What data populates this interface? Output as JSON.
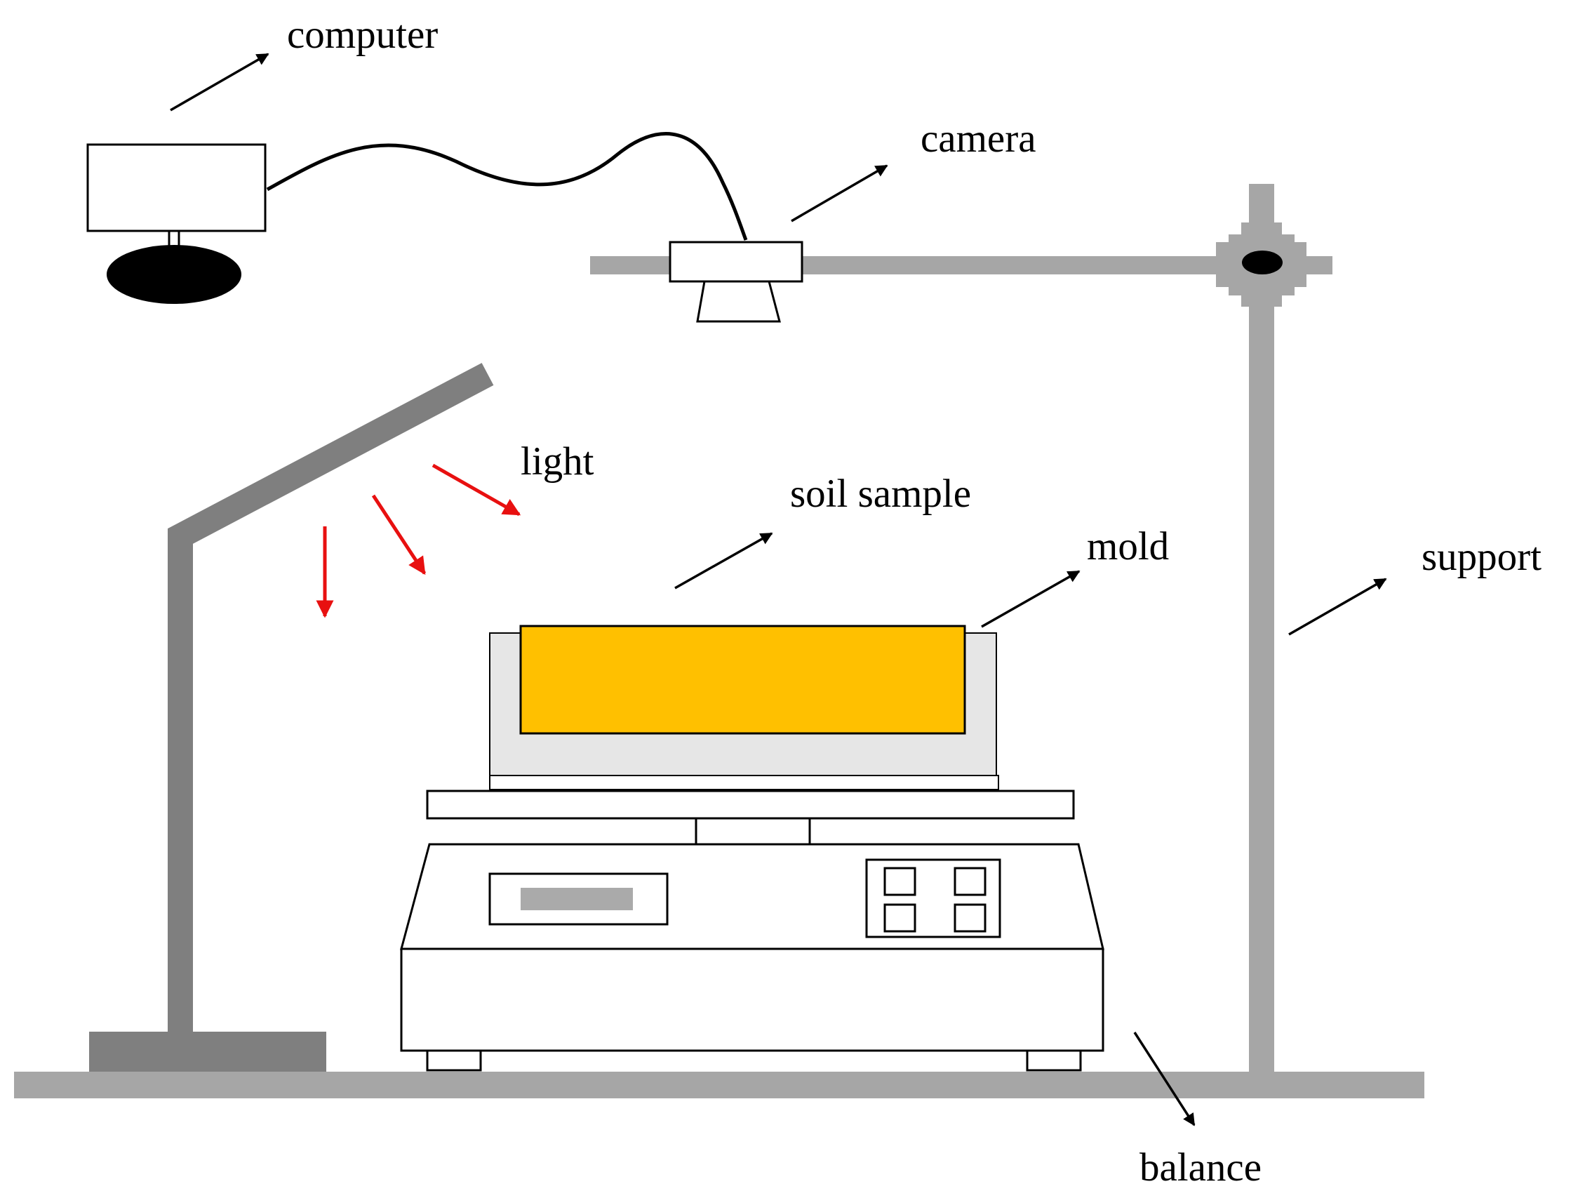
{
  "labels": {
    "computer": "computer",
    "camera": "camera",
    "light": "light",
    "soil_sample": "soil sample",
    "mold": "mold",
    "support": "support",
    "balance": "balance"
  },
  "colors": {
    "stand_gray": "#a6a6a6",
    "lamp_gray": "#7f7f7f",
    "soil_fill": "#ffc000",
    "mold_fill": "#e6e6e6",
    "light_arrow": "#e81010",
    "display_bar": "#aaaaaa",
    "line": "#000000"
  }
}
